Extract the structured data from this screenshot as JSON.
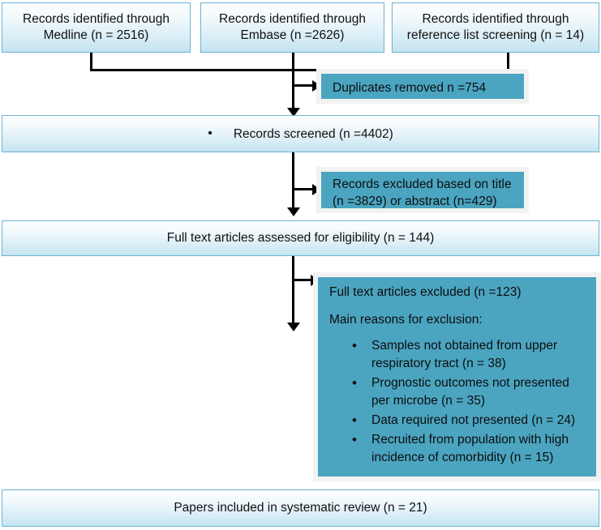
{
  "diagram": {
    "type": "prisma-flow-diagram",
    "colors": {
      "stage_fill_top": "#fdfefe",
      "stage_fill_bottom": "#c3e4f1",
      "stage_border": "#6cb3d4",
      "exclusion_fill": "#4ba5c1",
      "exclusion_border": "#f2f2f2",
      "connector": "#000000",
      "text": "#000000"
    },
    "sources": [
      {
        "line1": "Records identified through",
        "line2": "Medline (n = 2516)",
        "count": 2516,
        "database": "Medline"
      },
      {
        "line1": "Records identified through",
        "line2": "Embase (n =2626)",
        "count": 2626,
        "database": "Embase"
      },
      {
        "line1": "Records identified through",
        "line2": "reference list screening (n = 14)",
        "count": 14,
        "database": "reference list screening"
      }
    ],
    "duplicates": {
      "label": "Duplicates removed n =754",
      "count": 754
    },
    "screened": {
      "bullet": "•",
      "label": "Records screened (n =4402)",
      "count": 4402
    },
    "records_excluded": {
      "line1": "Records excluded based on title",
      "line2": "(n =3829) or abstract (n=429)",
      "title_count": 3829,
      "abstract_count": 429
    },
    "full_text_assessed": {
      "label": "Full text articles assessed for eligibility (n = 144)",
      "count": 144
    },
    "full_text_excluded": {
      "title": "Full text articles excluded (n =123)",
      "count": 123,
      "subtitle": "Main reasons for exclusion:",
      "reasons": [
        {
          "text": "Samples not obtained from upper respiratory tract (n = 38)",
          "count": 38
        },
        {
          "text": "Prognostic outcomes not presented per microbe (n = 35)",
          "count": 35
        },
        {
          "text": "Data required not presented (n = 24)",
          "count": 24
        },
        {
          "text": "Recruited from population with high incidence of comorbidity (n = 15)",
          "count": 15
        }
      ]
    },
    "included": {
      "label": "Papers included in systematic review (n = 21)",
      "count": 21
    }
  }
}
